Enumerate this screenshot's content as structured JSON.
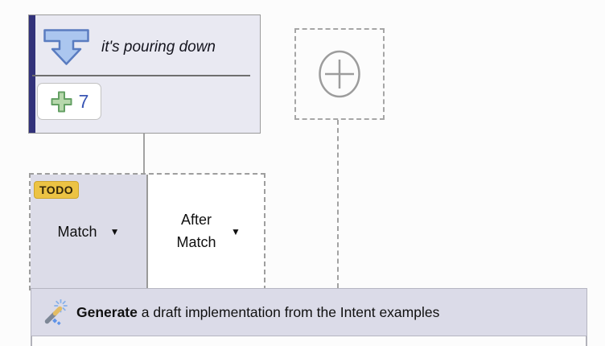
{
  "colors": {
    "accent_bar": "#32327a",
    "intent_card_bg": "#e9e9f2",
    "cell_bg": "#dcdce8",
    "badge_bg": "#ecc344",
    "count_text": "#3a56b4",
    "funnel_fill": "#abc6ef",
    "plus_green": "#64a064"
  },
  "intent_card": {
    "title": "it's pouring down",
    "examples_button": {
      "count": "7"
    }
  },
  "match_card": {
    "badge": "TODO",
    "match_label": "Match",
    "after_match_label": "After Match"
  },
  "action_bar": {
    "action": "Generate",
    "description": " a draft implementation from the Intent examples"
  },
  "icons": {
    "dropdown": "▼"
  }
}
